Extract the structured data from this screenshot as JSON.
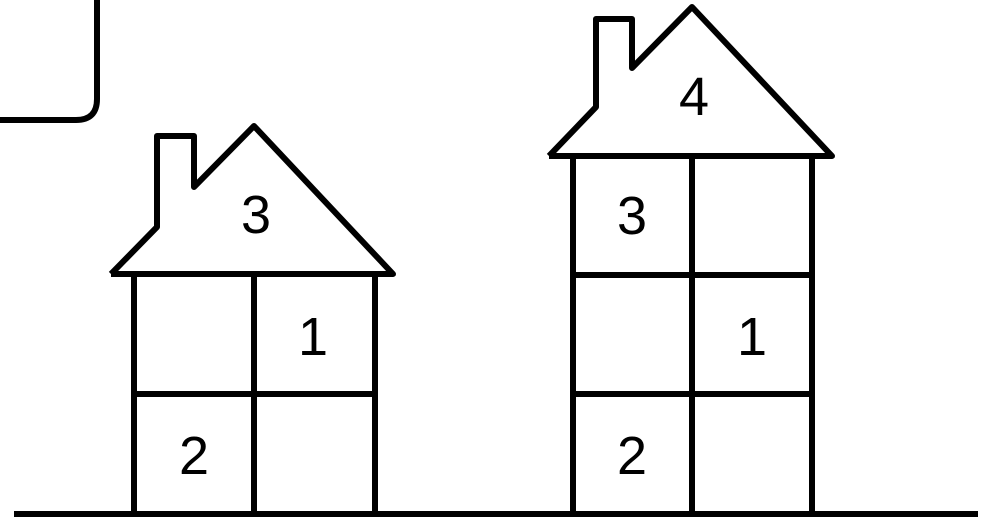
{
  "colors": {
    "ink": "#000000",
    "background": "#ffffff"
  },
  "house_left": {
    "roof_number": "3",
    "rooms": [
      [
        "",
        "1"
      ],
      [
        "2",
        ""
      ]
    ]
  },
  "house_right": {
    "roof_number": "4",
    "rooms": [
      [
        "3",
        ""
      ],
      [
        "",
        "1"
      ],
      [
        "2",
        ""
      ]
    ]
  }
}
